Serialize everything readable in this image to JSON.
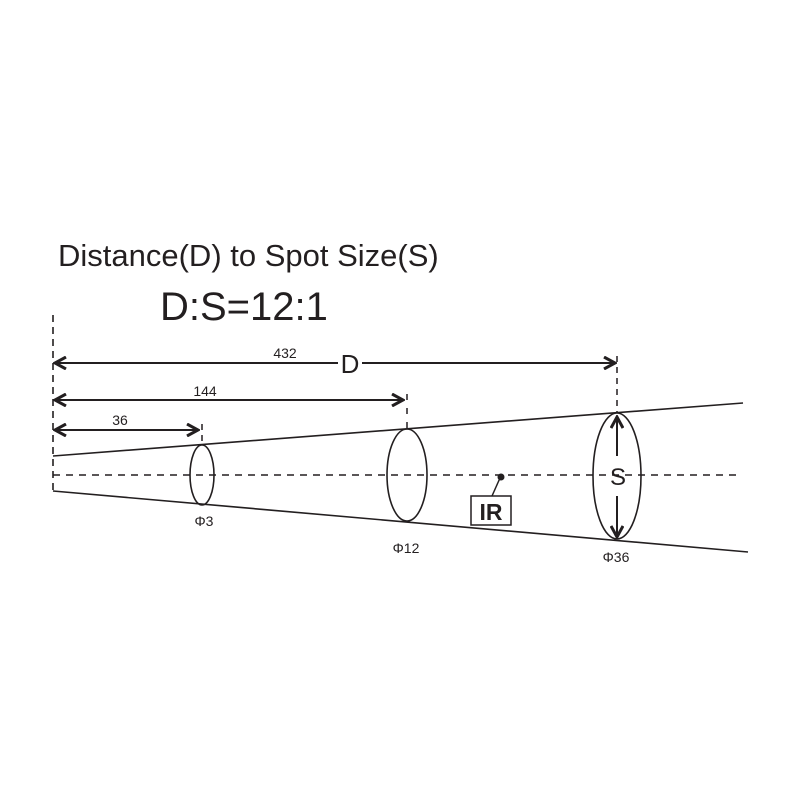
{
  "title": "Distance(D) to Spot Size(S)",
  "ratio": "D:S=12:1",
  "distances": [
    {
      "label": "36",
      "spot": "Φ3"
    },
    {
      "label": "144",
      "spot": "Φ12"
    },
    {
      "label": "432",
      "spot": "Φ36"
    }
  ],
  "distance_symbol": "D",
  "spot_symbol": "S",
  "sensor_label": "IR",
  "colors": {
    "ink": "#231f20",
    "background": "#ffffff"
  }
}
